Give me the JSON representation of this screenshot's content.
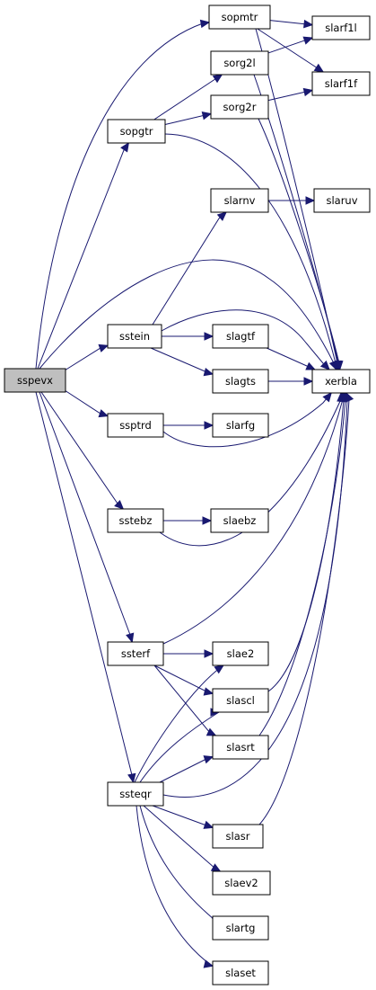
{
  "colors": {
    "edge": "#191970",
    "root_fill": "#bfbfbf",
    "node_fill": "#ffffff",
    "border": "#000000"
  },
  "root": "sspevx",
  "nodes": [
    {
      "id": "sspevx",
      "label": "sspevx"
    },
    {
      "id": "sopmtr",
      "label": "sopmtr"
    },
    {
      "id": "slarf1l",
      "label": "slarf1l"
    },
    {
      "id": "sorg2l",
      "label": "sorg2l"
    },
    {
      "id": "slarf1f",
      "label": "slarf1f"
    },
    {
      "id": "sopgtr",
      "label": "sopgtr"
    },
    {
      "id": "sorg2r",
      "label": "sorg2r"
    },
    {
      "id": "slarnv",
      "label": "slarnv"
    },
    {
      "id": "slaruv",
      "label": "slaruv"
    },
    {
      "id": "sstein",
      "label": "sstein"
    },
    {
      "id": "slagtf",
      "label": "slagtf"
    },
    {
      "id": "slagts",
      "label": "slagts"
    },
    {
      "id": "xerbla",
      "label": "xerbla"
    },
    {
      "id": "ssptrd",
      "label": "ssptrd"
    },
    {
      "id": "slarfg",
      "label": "slarfg"
    },
    {
      "id": "sstebz",
      "label": "sstebz"
    },
    {
      "id": "slaebz",
      "label": "slaebz"
    },
    {
      "id": "ssterf",
      "label": "ssterf"
    },
    {
      "id": "slae2",
      "label": "slae2"
    },
    {
      "id": "slascl",
      "label": "slascl"
    },
    {
      "id": "slasrt",
      "label": "slasrt"
    },
    {
      "id": "ssteqr",
      "label": "ssteqr"
    },
    {
      "id": "slasr",
      "label": "slasr"
    },
    {
      "id": "slaev2",
      "label": "slaev2"
    },
    {
      "id": "slartg",
      "label": "slartg"
    },
    {
      "id": "slaset",
      "label": "slaset"
    }
  ],
  "edges": [
    [
      "sspevx",
      "sopmtr"
    ],
    [
      "sspevx",
      "sopgtr"
    ],
    [
      "sspevx",
      "xerbla"
    ],
    [
      "sspevx",
      "sstein"
    ],
    [
      "sspevx",
      "ssptrd"
    ],
    [
      "sspevx",
      "sstebz"
    ],
    [
      "sspevx",
      "ssterf"
    ],
    [
      "sspevx",
      "ssteqr"
    ],
    [
      "sopmtr",
      "slarf1l"
    ],
    [
      "sopmtr",
      "slarf1f"
    ],
    [
      "sopmtr",
      "xerbla"
    ],
    [
      "sorg2l",
      "slarf1l"
    ],
    [
      "sorg2l",
      "xerbla"
    ],
    [
      "sopgtr",
      "sorg2l"
    ],
    [
      "sopgtr",
      "sorg2r"
    ],
    [
      "sopgtr",
      "xerbla"
    ],
    [
      "sorg2r",
      "slarf1f"
    ],
    [
      "sorg2r",
      "xerbla"
    ],
    [
      "slarnv",
      "slaruv"
    ],
    [
      "sstein",
      "slarnv"
    ],
    [
      "sstein",
      "slagtf"
    ],
    [
      "sstein",
      "slagts"
    ],
    [
      "sstein",
      "xerbla"
    ],
    [
      "slagtf",
      "xerbla"
    ],
    [
      "slagts",
      "xerbla"
    ],
    [
      "ssptrd",
      "slarfg"
    ],
    [
      "ssptrd",
      "xerbla"
    ],
    [
      "sstebz",
      "slaebz"
    ],
    [
      "sstebz",
      "xerbla"
    ],
    [
      "ssterf",
      "slae2"
    ],
    [
      "ssterf",
      "slascl"
    ],
    [
      "ssterf",
      "slasrt"
    ],
    [
      "ssterf",
      "xerbla"
    ],
    [
      "slascl",
      "xerbla"
    ],
    [
      "slasrt",
      "xerbla"
    ],
    [
      "ssteqr",
      "slae2"
    ],
    [
      "ssteqr",
      "slascl"
    ],
    [
      "ssteqr",
      "slasrt"
    ],
    [
      "ssteqr",
      "xerbla"
    ],
    [
      "ssteqr",
      "slasr"
    ],
    [
      "ssteqr",
      "slaev2"
    ],
    [
      "ssteqr",
      "slartg"
    ],
    [
      "ssteqr",
      "slaset"
    ],
    [
      "slasr",
      "xerbla"
    ]
  ]
}
